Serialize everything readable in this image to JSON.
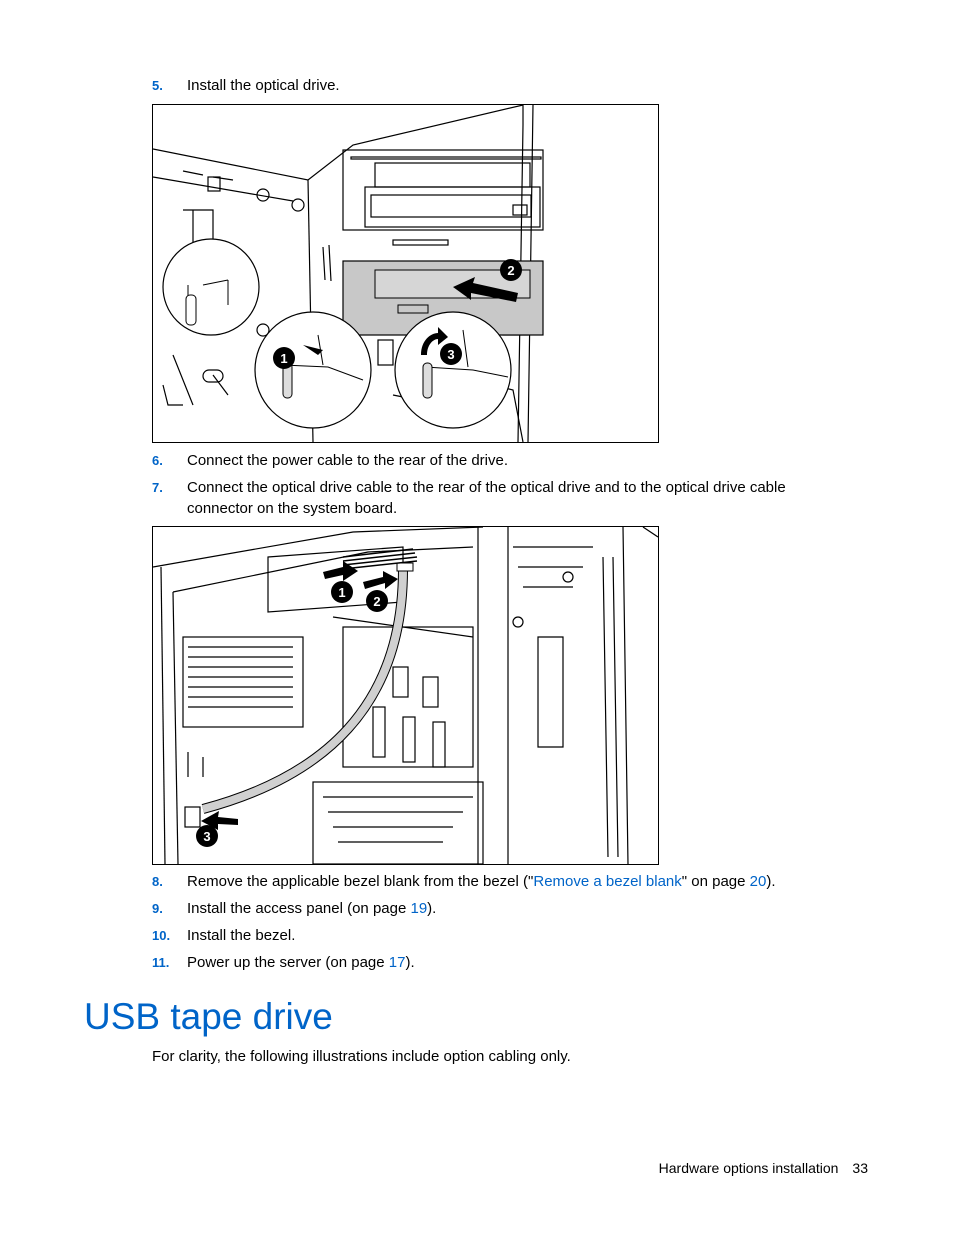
{
  "steps": [
    {
      "num": "5.",
      "text": "Install the optical drive."
    },
    {
      "num": "6.",
      "text": "Connect the power cable to the rear of the drive."
    },
    {
      "num": "7.",
      "text": "Connect the optical drive cable to the rear of the optical drive and to the optical drive cable connector on the system board."
    },
    {
      "num": "8.",
      "pre": "Remove the applicable bezel blank from the bezel (\"",
      "link": "Remove a bezel blank",
      "mid": "\" on page ",
      "page": "20",
      "post": ")."
    },
    {
      "num": "9.",
      "pre": "Install the access panel (on page ",
      "page": "19",
      "post": ")."
    },
    {
      "num": "10.",
      "text": "Install the bezel."
    },
    {
      "num": "11.",
      "pre": "Power up the server (on page ",
      "page": "17",
      "post": ")."
    }
  ],
  "figure1": {
    "callouts": [
      "1",
      "2",
      "3"
    ]
  },
  "figure2": {
    "callouts": [
      "1",
      "2",
      "3"
    ]
  },
  "section": {
    "heading": "USB tape drive",
    "intro": "For clarity, the following illustrations include option cabling only."
  },
  "footer": {
    "label": "Hardware options installation",
    "page": "33"
  },
  "colors": {
    "link": "#0064c8",
    "heading": "#0064c8"
  }
}
